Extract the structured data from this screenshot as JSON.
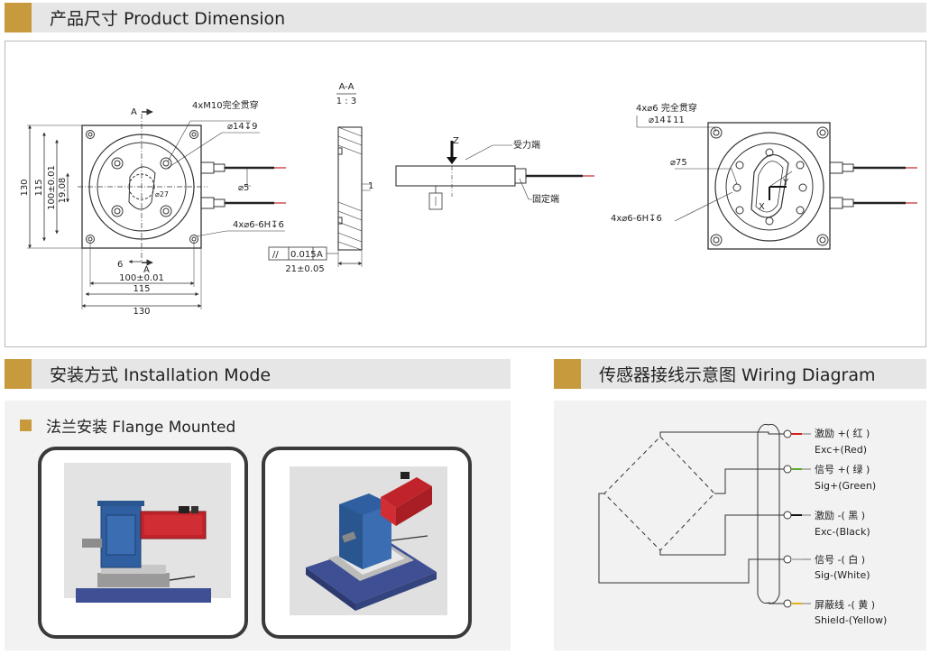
{
  "sections": {
    "dimension": {
      "title": "产品尺寸 Product Dimension"
    },
    "installation": {
      "title": "安装方式 Installation Mode",
      "sub_label": "法兰安装 Flange Mounted"
    },
    "wiring": {
      "title": "传感器接线示意图 Wiring Diagram"
    }
  },
  "colors": {
    "accent": "#c89a3e",
    "header_bg": "#e6e6e6",
    "panel_bg": "#f2f2f2",
    "motor_red": "#c0242a",
    "housing_blue": "#2f5fa0"
  },
  "drawing": {
    "front": {
      "dim_130": "130",
      "dim_115": "115",
      "dim_100": "100±0.01",
      "dim_19": "19.08",
      "bot_100": "100±0.01",
      "bot_115": "115",
      "bot_130": "130",
      "dim_6": "6",
      "section_a": "A",
      "holes_top": "4xM10完全贯穿",
      "spot_face": "⌀14↧9",
      "center_dia": "⌀27",
      "wire_dia": "⌀5",
      "holes_bottom": "4x⌀6-6H↧6"
    },
    "section": {
      "label": "A-A",
      "scale": "1 : 3",
      "dim_1": "1",
      "thickness": "21±0.05",
      "tol_sym": "//",
      "tol_val": "0.015",
      "tol_ref": "A"
    },
    "side": {
      "z": "Z",
      "force_end": "受力端",
      "fixed_end": "固定端"
    },
    "rear": {
      "holes_top": "4x⌀6 完全贯穿",
      "spot_face": "⌀14↧11",
      "pcd": "⌀75",
      "holes_bottom": "4x⌀6-6H↧6",
      "x": "X",
      "y": "Y"
    }
  },
  "wires": [
    {
      "cn": "激励 +( 红 )",
      "en": "Exc+(Red)",
      "color": "#d42020"
    },
    {
      "cn": "信号 +( 绿 )",
      "en": "Sig+(Green)",
      "color": "#5caa2a"
    },
    {
      "cn": "激励 -( 黑 )",
      "en": "Exc-(Black)",
      "color": "#111111"
    },
    {
      "cn": "信号 -( 白 )",
      "en": "Sig-(White)",
      "color": "#dddddd"
    },
    {
      "cn": "屏蔽线 -( 黄 )",
      "en": "Shield-(Yellow)",
      "color": "#e0b020"
    }
  ]
}
